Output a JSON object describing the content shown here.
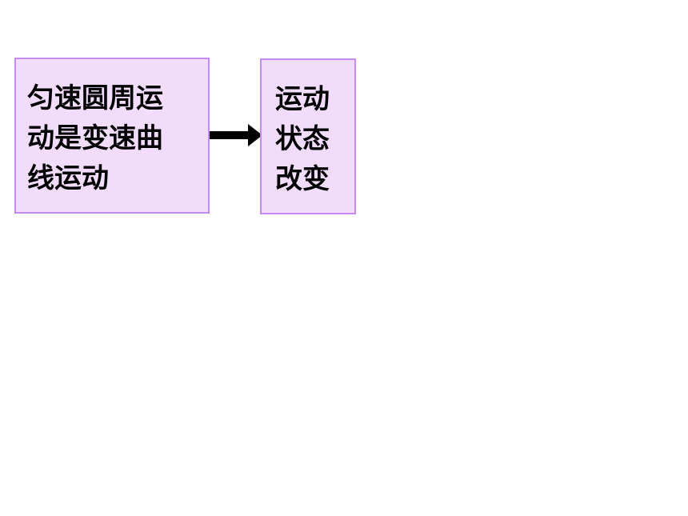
{
  "diagram": {
    "nodes": [
      {
        "id": "uniform-circular-motion",
        "text": "匀速圆周运动是变速曲线运动"
      },
      {
        "id": "motion-state-changes",
        "text": "运动状态改变"
      }
    ],
    "edges": [
      {
        "from": "uniform-circular-motion",
        "to": "motion-state-changes"
      }
    ]
  },
  "colors": {
    "box_fill": "#f2dcfb",
    "box_border": "#c58bf0",
    "arrow": "#000000"
  }
}
